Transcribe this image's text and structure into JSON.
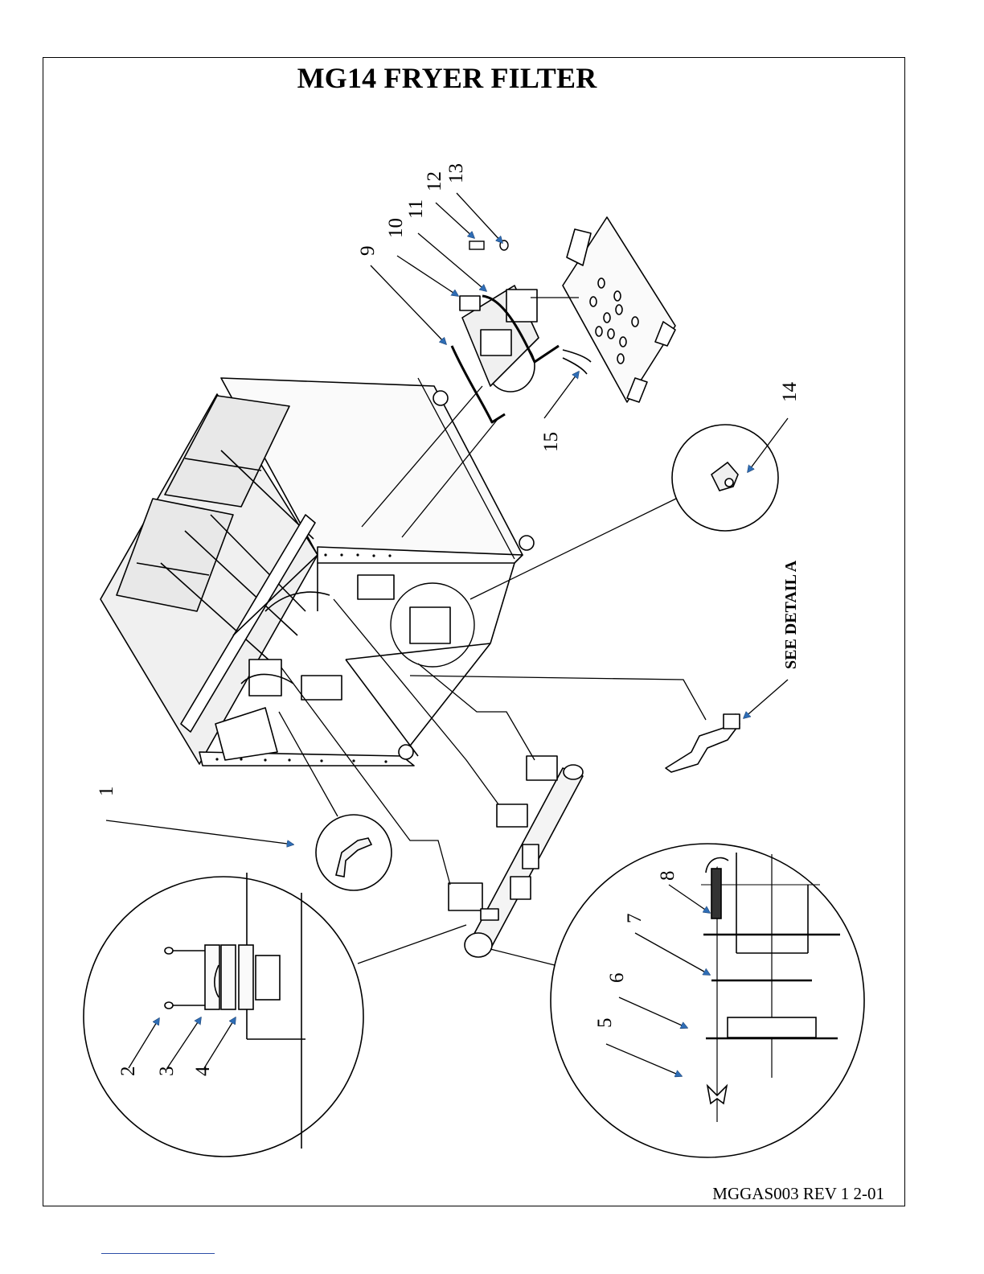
{
  "page": {
    "title": "MG14 FRYER FILTER",
    "document_number": "MGGAS003 REV 1  2-01"
  },
  "diagram": {
    "detail_label": "SEE DETAIL A",
    "callouts": [
      "1",
      "2",
      "3",
      "4",
      "5",
      "6",
      "7",
      "8",
      "9",
      "10",
      "11",
      "12",
      "13",
      "14",
      "15"
    ],
    "colors": {
      "line": "#000000",
      "arrow": "#2f6db5",
      "metal_fill": "#f2f2f2"
    }
  }
}
